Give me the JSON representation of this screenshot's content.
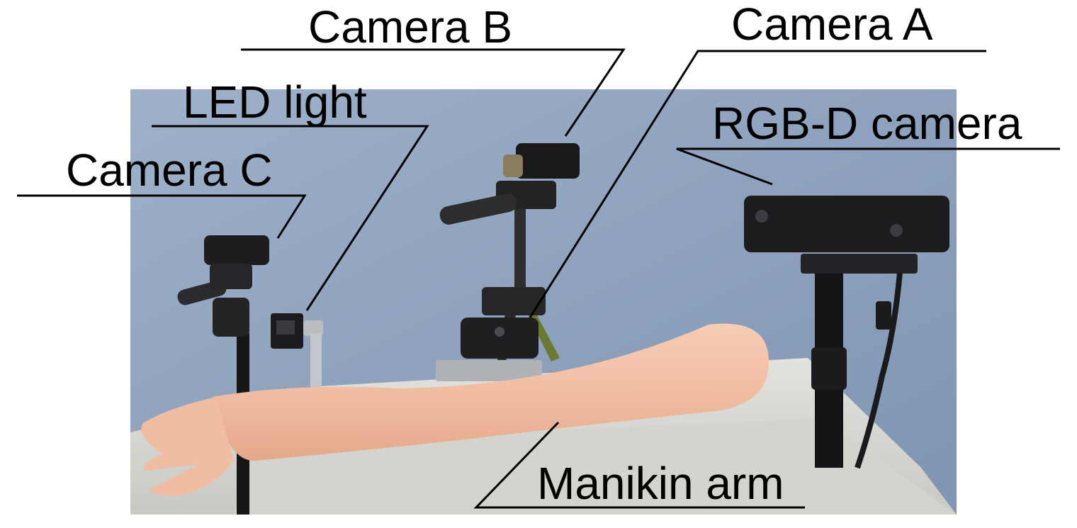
{
  "labels": {
    "camera_b": "Camera B",
    "camera_a": "Camera A",
    "led_light": "LED light",
    "rgbd_camera": "RGB-D camera",
    "camera_c": "Camera C",
    "manikin_arm": "Manikin arm"
  },
  "colors": {
    "backdrop": "#8fa3be",
    "table": "#d8d8d4",
    "arm_skin": "#f3c1a8",
    "device_black": "#1f1f22",
    "leader_line": "#000000"
  }
}
